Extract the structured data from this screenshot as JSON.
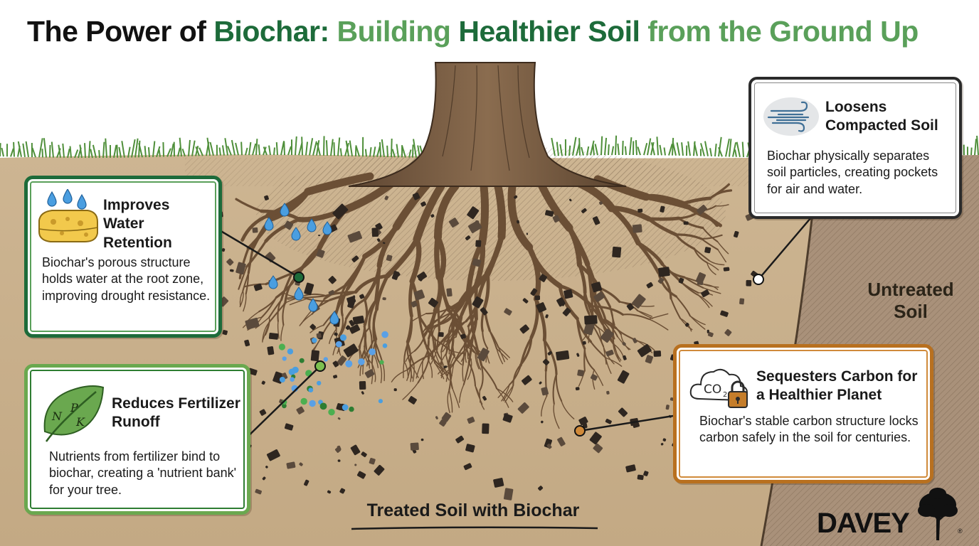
{
  "title": {
    "part1": "The Power of ",
    "part2": "Biochar:",
    "part3": " Building ",
    "part4": "Healthier Soil",
    "part5": " from the Ground Up"
  },
  "cards": {
    "water": {
      "heading": "Improves Water Retention",
      "body": "Biochar's porous structure holds water at the root zone, improving drought resistance.",
      "icon": "sponge-water-drops-icon"
    },
    "fertilizer": {
      "heading": "Reduces Fertilizer Runoff",
      "body": "Nutrients from fertilizer bind to biochar, creating a 'nutrient bank' for your tree.",
      "icon": "npk-leaf-icon"
    },
    "loosen": {
      "heading": "Loosens Compacted Soil",
      "body": "Biochar physically separates soil particles, creating pockets for air and water.",
      "icon": "wind-icon"
    },
    "carbon": {
      "heading": "Sequesters Carbon for a Healthier Planet",
      "body": "Biochar's stable carbon structure locks carbon safely in the soil for centuries.",
      "icon": "co2-cloud-lock-icon"
    }
  },
  "labels": {
    "untreated": "Untreated Soil",
    "treated": "Treated Soil with Biochar"
  },
  "npk": {
    "n": "N",
    "p": "P",
    "k": "K"
  },
  "co2": {
    "text": "CO",
    "sub": "2"
  },
  "logo": {
    "text": "DAVEY",
    "mark": "®"
  },
  "colors": {
    "green_dark": "#1d6b3a",
    "green_light": "#5aa05a",
    "soil": "#c9b08a",
    "soil_dark": "#8d7052",
    "untreated": "#a48c6e",
    "root": "#6b4f35",
    "carbon_orange": "#b8701f",
    "water_blue": "#3d8fd6"
  }
}
